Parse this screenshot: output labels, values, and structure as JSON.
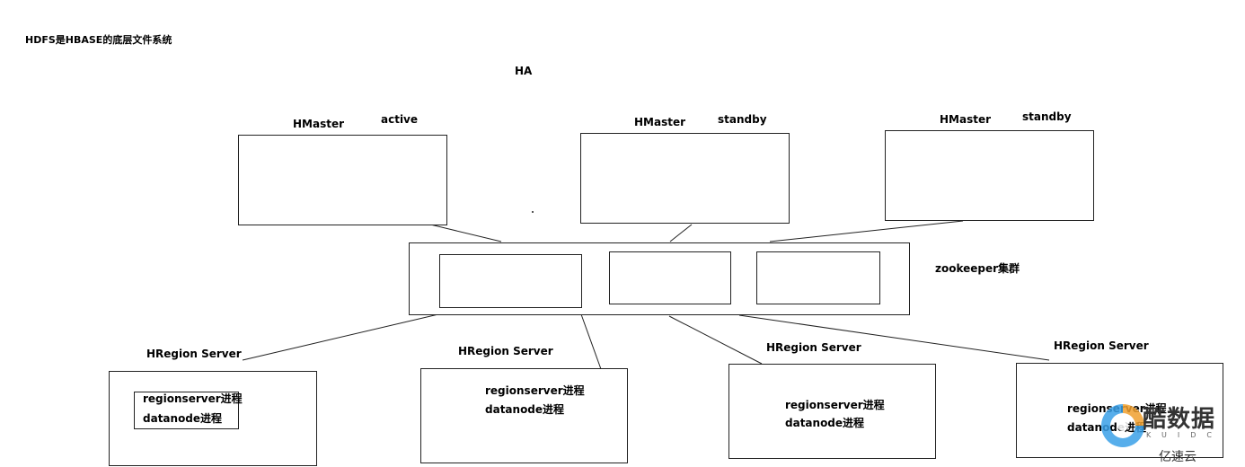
{
  "page_title": "HDFS是HBASE的底层文件系统",
  "ha_label": "HA",
  "masters": [
    {
      "name": "HMaster",
      "state": "active"
    },
    {
      "name": "HMaster",
      "state": "standby"
    },
    {
      "name": "HMaster",
      "state": "standby"
    }
  ],
  "zookeeper_label": "zookeeper集群",
  "region_servers": [
    {
      "name": "HRegion Server",
      "process1": "regionserver进程",
      "process2": "datanode进程"
    },
    {
      "name": "HRegion Server",
      "process1": "regionserver进程",
      "process2": "datanode进程"
    },
    {
      "name": "HRegion Server",
      "process1": "regionserver进程",
      "process2": "datanode进程"
    },
    {
      "name": "HRegion Server",
      "process1": "regionserver进程",
      "process2": "datanode进程"
    }
  ],
  "watermark": {
    "main": "酷数据",
    "sub": "KUIDC",
    "brand": "亿速云"
  }
}
